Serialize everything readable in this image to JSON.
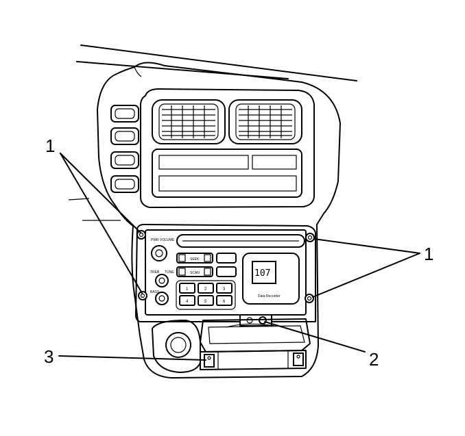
{
  "callouts": {
    "screws_left": "1",
    "screws_right": "1",
    "bracket_screw": "2",
    "storage_bracket": "3"
  },
  "radio": {
    "pwr_volume_label": "PWR VOLUME",
    "tune_label": "TUNE",
    "bass_label": "BASS",
    "treb_label": "TREB",
    "seek_label": "SEEK",
    "scan_label": "SCAN",
    "preset_1": "1",
    "preset_2": "2",
    "preset_3": "3",
    "preset_4": "4",
    "preset_5": "5",
    "preset_6": "6",
    "display_text": "107",
    "display_caption": "Data Recorder"
  }
}
